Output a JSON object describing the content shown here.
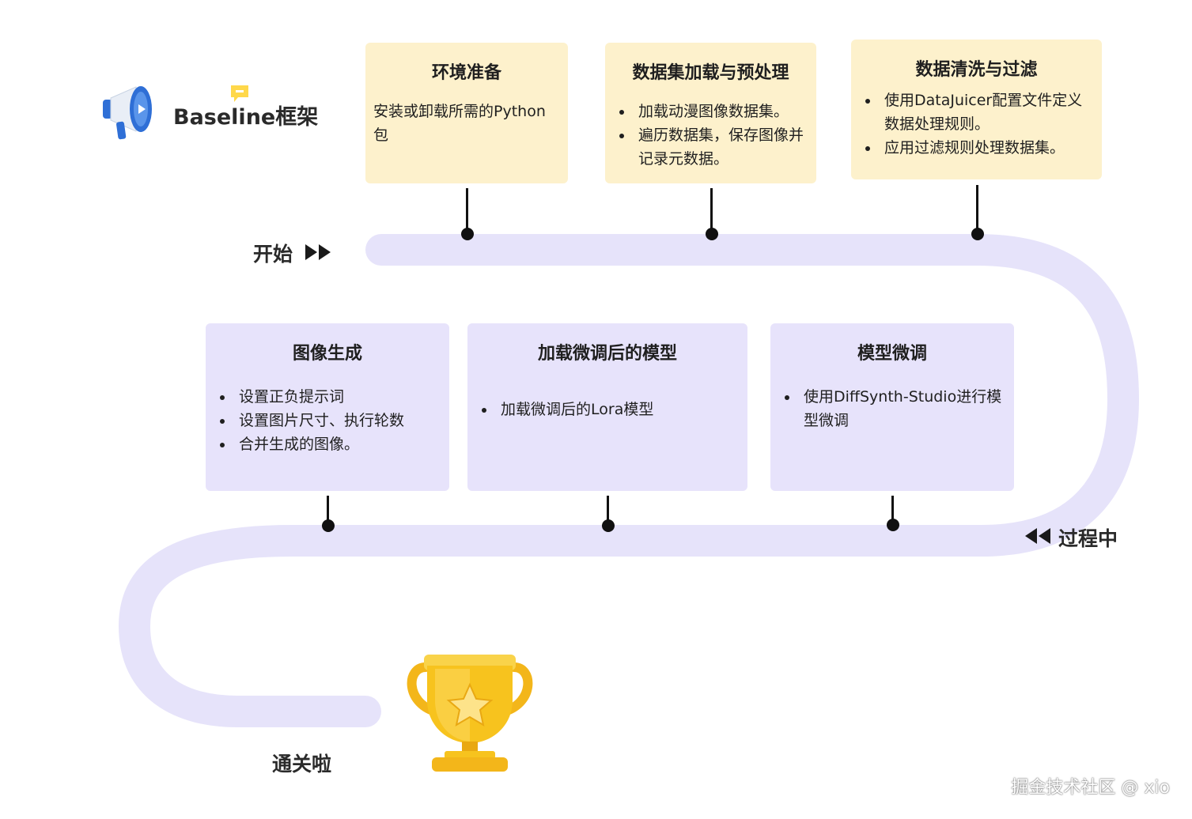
{
  "brand": {
    "title": "Baseline框架",
    "icon": "megaphone-icon"
  },
  "labels": {
    "start": "开始",
    "progress": "过程中",
    "finish": "通关啦"
  },
  "steps_top": [
    {
      "title": "环境准备",
      "text": "安装或卸载所需的Python包",
      "bullets": []
    },
    {
      "title": "数据集加载与预处理",
      "bullets": [
        "加载动漫图像数据集。",
        "遍历数据集，保存图像并记录元数据。"
      ]
    },
    {
      "title": "数据清洗与过滤",
      "bullets": [
        "使用DataJuicer配置文件定义数据处理规则。",
        "应用过滤规则处理数据集。"
      ]
    }
  ],
  "steps_bottom": [
    {
      "title": "图像生成",
      "bullets": [
        "设置正负提示词",
        "设置图片尺寸、执行轮数",
        "合并生成的图像。"
      ]
    },
    {
      "title": "加载微调后的模型",
      "bullets": [
        "加载微调后的Lora模型"
      ]
    },
    {
      "title": "模型微调",
      "bullets": [
        "使用DiffSynth-Studio进行模型微调"
      ]
    }
  ],
  "watermark": "掘金技术社区 @ xio",
  "colors": {
    "road": "#e6e3fa",
    "top_card": "#fdf1cc",
    "bottom_card": "#e7e3fb",
    "trophy": "#f7c31e"
  }
}
